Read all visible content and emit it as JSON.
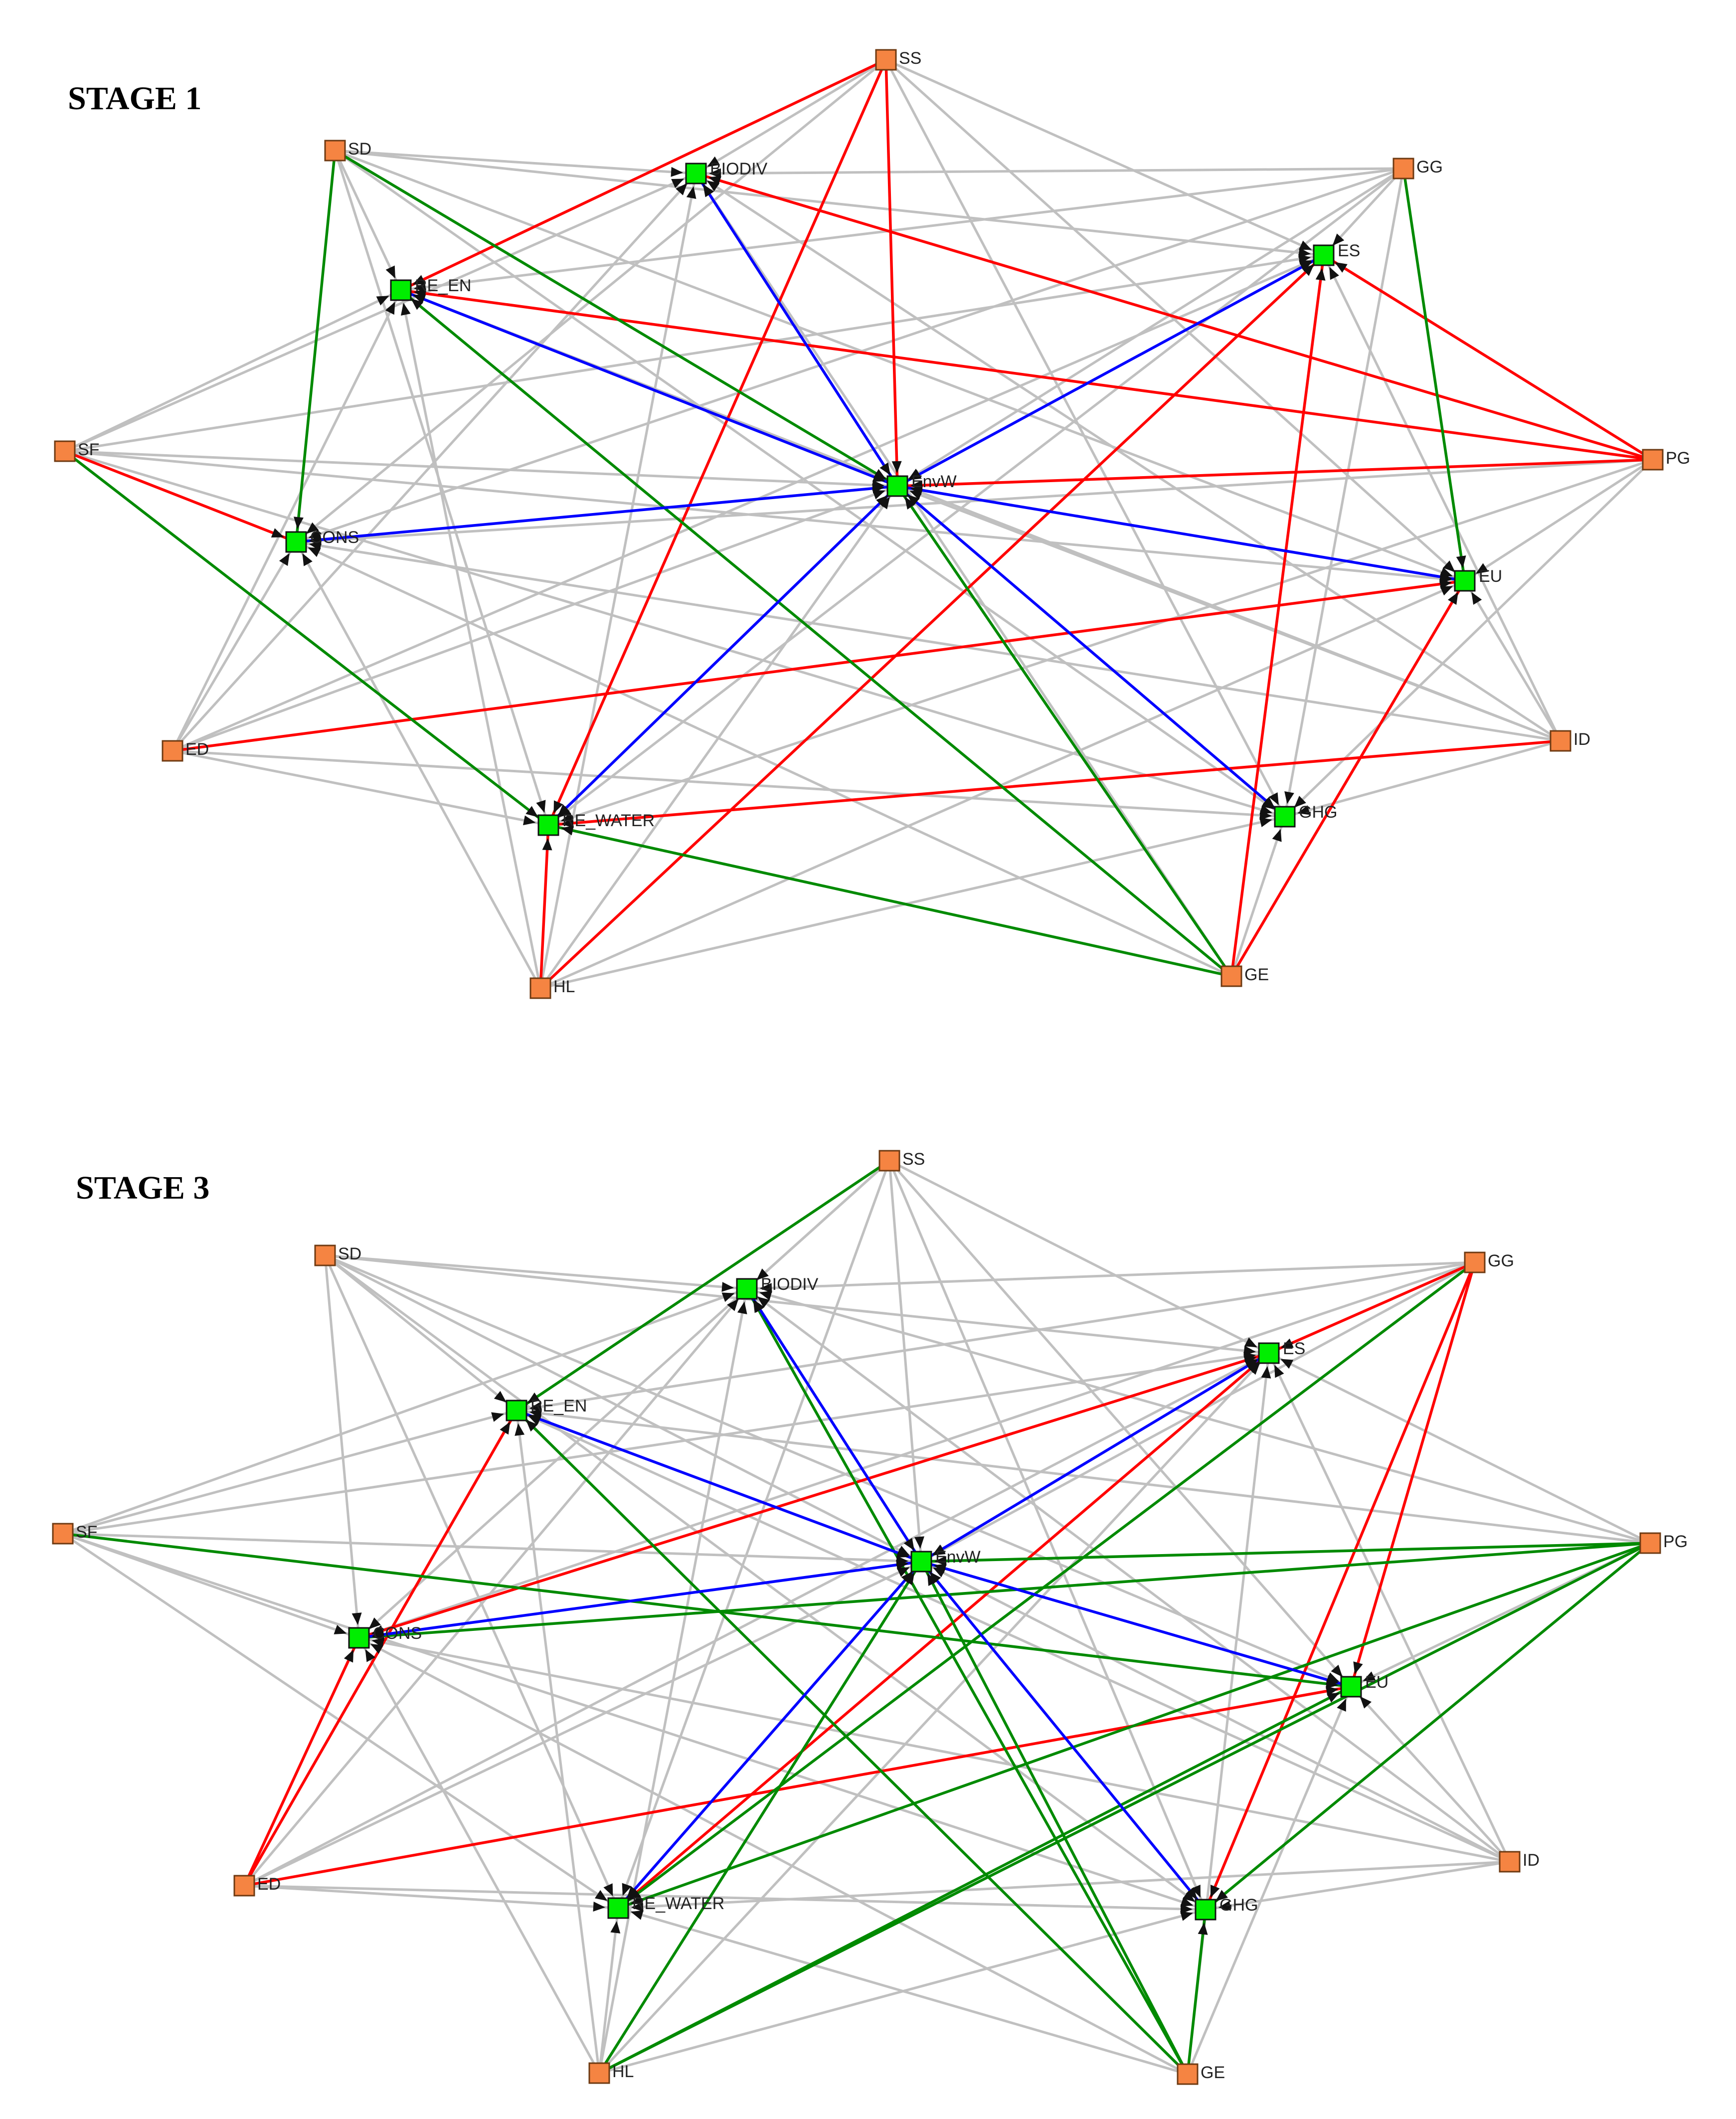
{
  "colors": {
    "background": "#ffffff",
    "gray": "#c0c0c0",
    "red": "#ff0000",
    "green": "#008a00",
    "blue": "#0000ff",
    "driver_fill": "#f58442",
    "driver_stroke": "#6e3a12",
    "outcome_fill": "#00ee00",
    "outcome_stroke": "#111111",
    "arrow": "#111111"
  },
  "stages": [
    {
      "title": "STAGE 1",
      "nodes": [
        {
          "id": "SS",
          "label": "SS",
          "type": "driver"
        },
        {
          "id": "SD",
          "label": "SD",
          "type": "driver"
        },
        {
          "id": "GG",
          "label": "GG",
          "type": "driver"
        },
        {
          "id": "SF",
          "label": "SF",
          "type": "driver"
        },
        {
          "id": "PG",
          "label": "PG",
          "type": "driver"
        },
        {
          "id": "ED",
          "label": "ED",
          "type": "driver"
        },
        {
          "id": "ID",
          "label": "ID",
          "type": "driver"
        },
        {
          "id": "HL",
          "label": "HL",
          "type": "driver"
        },
        {
          "id": "GE",
          "label": "GE",
          "type": "driver"
        },
        {
          "id": "BIODIV",
          "label": "BIODIV",
          "type": "outcome"
        },
        {
          "id": "RE_EN",
          "label": "RE_EN",
          "type": "outcome"
        },
        {
          "id": "ES",
          "label": "ES",
          "type": "outcome"
        },
        {
          "id": "EnvW",
          "label": "EnvW",
          "type": "outcome"
        },
        {
          "id": "CONS",
          "label": "CONS",
          "type": "outcome"
        },
        {
          "id": "EU",
          "label": "EU",
          "type": "outcome"
        },
        {
          "id": "RE_WATER",
          "label": "RE_WATER",
          "type": "outcome"
        },
        {
          "id": "GHG",
          "label": "GHG",
          "type": "outcome"
        }
      ],
      "colored_edges": [
        [
          "SS",
          "RE_EN",
          "red"
        ],
        [
          "SS",
          "EnvW",
          "red"
        ],
        [
          "SS",
          "RE_WATER",
          "red"
        ],
        [
          "BIODIV",
          "PG",
          "red"
        ],
        [
          "RE_EN",
          "PG",
          "red"
        ],
        [
          "ES",
          "PG",
          "red"
        ],
        [
          "EnvW",
          "PG",
          "red"
        ],
        [
          "SF",
          "CONS",
          "red"
        ],
        [
          "ED",
          "EU",
          "red"
        ],
        [
          "RE_WATER",
          "ID",
          "red"
        ],
        [
          "HL",
          "ES",
          "red"
        ],
        [
          "HL",
          "RE_WATER",
          "red"
        ],
        [
          "GE",
          "ES",
          "red"
        ],
        [
          "GE",
          "EU",
          "red"
        ],
        [
          "SD",
          "CONS",
          "green"
        ],
        [
          "SD",
          "EnvW",
          "green"
        ],
        [
          "GG",
          "EU",
          "green"
        ],
        [
          "SF",
          "RE_WATER",
          "green"
        ],
        [
          "RE_EN",
          "GE",
          "green"
        ],
        [
          "EnvW",
          "GE",
          "green"
        ],
        [
          "RE_WATER",
          "GE",
          "green"
        ],
        [
          "BIODIV",
          "EnvW",
          "blue"
        ],
        [
          "RE_EN",
          "EnvW",
          "blue"
        ],
        [
          "ES",
          "EnvW",
          "blue"
        ],
        [
          "CONS",
          "EnvW",
          "blue"
        ],
        [
          "EnvW",
          "EU",
          "blue"
        ],
        [
          "EnvW",
          "RE_WATER",
          "blue"
        ],
        [
          "EnvW",
          "GHG",
          "blue"
        ]
      ]
    },
    {
      "title": "STAGE 3",
      "nodes": [
        {
          "id": "SS",
          "label": "SS",
          "type": "driver"
        },
        {
          "id": "SD",
          "label": "SD",
          "type": "driver"
        },
        {
          "id": "GG",
          "label": "GG",
          "type": "driver"
        },
        {
          "id": "SF",
          "label": "SF",
          "type": "driver"
        },
        {
          "id": "PG",
          "label": "PG",
          "type": "driver"
        },
        {
          "id": "ED",
          "label": "ED",
          "type": "driver"
        },
        {
          "id": "ID",
          "label": "ID",
          "type": "driver"
        },
        {
          "id": "HL",
          "label": "HL",
          "type": "driver"
        },
        {
          "id": "GE",
          "label": "GE",
          "type": "driver"
        },
        {
          "id": "BIODIV",
          "label": "BIODIV",
          "type": "outcome"
        },
        {
          "id": "RE_EN",
          "label": "RE_EN",
          "type": "outcome"
        },
        {
          "id": "ES",
          "label": "ES",
          "type": "outcome"
        },
        {
          "id": "EnvW",
          "label": "EnvW",
          "type": "outcome"
        },
        {
          "id": "CONS",
          "label": "CONS",
          "type": "outcome"
        },
        {
          "id": "EU",
          "label": "EU",
          "type": "outcome"
        },
        {
          "id": "RE_WATER",
          "label": "RE_WATER",
          "type": "outcome"
        },
        {
          "id": "GHG",
          "label": "GHG",
          "type": "outcome"
        }
      ],
      "colored_edges": [
        [
          "GG",
          "ES",
          "red"
        ],
        [
          "GG",
          "EU",
          "red"
        ],
        [
          "GG",
          "GHG",
          "red"
        ],
        [
          "ED",
          "RE_EN",
          "red"
        ],
        [
          "ED",
          "CONS",
          "red"
        ],
        [
          "ED",
          "EU",
          "red"
        ],
        [
          "CONS",
          "ES",
          "red"
        ],
        [
          "RE_WATER",
          "ES",
          "red"
        ],
        [
          "SS",
          "RE_EN",
          "green"
        ],
        [
          "SF",
          "EU",
          "green"
        ],
        [
          "GG",
          "RE_WATER",
          "green"
        ],
        [
          "PG",
          "EnvW",
          "green"
        ],
        [
          "PG",
          "CONS",
          "green"
        ],
        [
          "PG",
          "RE_WATER",
          "green"
        ],
        [
          "PG",
          "GHG",
          "green"
        ],
        [
          "PG",
          "HL",
          "green"
        ],
        [
          "BIODIV",
          "GE",
          "green"
        ],
        [
          "RE_EN",
          "GE",
          "green"
        ],
        [
          "EnvW",
          "GE",
          "green"
        ],
        [
          "HL",
          "EnvW",
          "green"
        ],
        [
          "HL",
          "EU",
          "green"
        ],
        [
          "GE",
          "GHG",
          "green"
        ],
        [
          "RE_EN",
          "EnvW",
          "blue"
        ],
        [
          "BIODIV",
          "EnvW",
          "blue"
        ],
        [
          "ES",
          "EnvW",
          "blue"
        ],
        [
          "CONS",
          "EnvW",
          "blue"
        ],
        [
          "EnvW",
          "EU",
          "blue"
        ],
        [
          "EnvW",
          "RE_WATER",
          "blue"
        ],
        [
          "EnvW",
          "GHG",
          "blue"
        ]
      ]
    }
  ]
}
